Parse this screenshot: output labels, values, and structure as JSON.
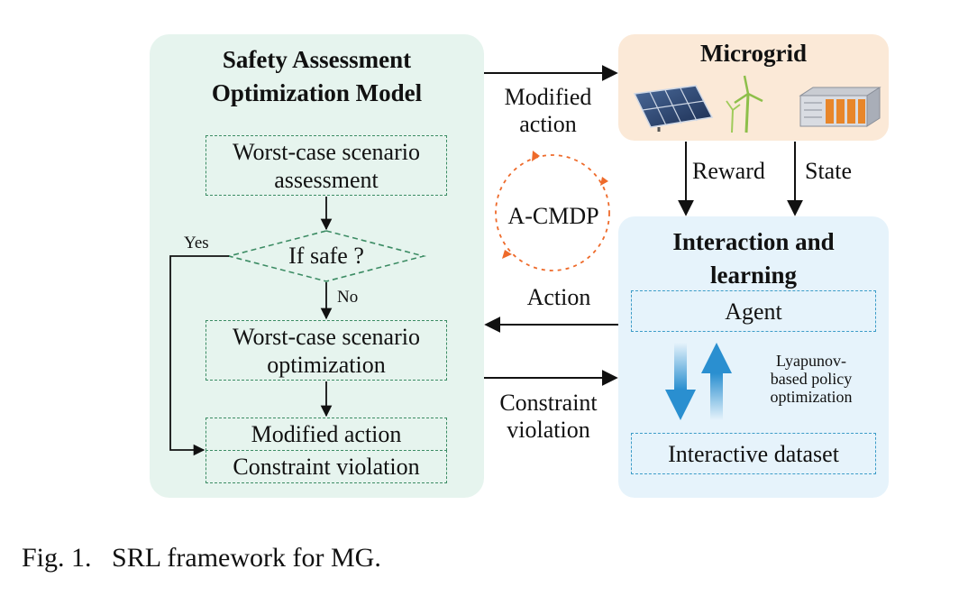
{
  "left_panel": {
    "title_line1": "Safety Assessment",
    "title_line2": "Optimization Model",
    "box_assessment_line1": "Worst-case scenario",
    "box_assessment_line2": "assessment",
    "decision": "If safe ?",
    "yes_label": "Yes",
    "no_label": "No",
    "box_optimization_line1": "Worst-case scenario",
    "box_optimization_line2": "optimization",
    "box_modified_action": "Modified action",
    "box_constraint_violation": "Constraint violation"
  },
  "microgrid": {
    "title": "Microgrid",
    "icons": [
      "solar-panel-icon",
      "wind-turbine-icon",
      "battery-storage-icon"
    ]
  },
  "interaction_panel": {
    "title_line1": "Interaction and",
    "title_line2": "learning",
    "agent": "Agent",
    "lyapunov_line1": "Lyapunov-",
    "lyapunov_line2": "based policy",
    "lyapunov_line3": "optimization",
    "dataset": "Interactive dataset"
  },
  "arrows": {
    "modified_line1": "Modified",
    "modified_line2": "action",
    "reward": "Reward",
    "state": "State",
    "action": "Action",
    "constraint_line1": "Constraint",
    "constraint_line2": "violation"
  },
  "cycle_label": "A-CMDP",
  "caption": "Fig. 1.   SRL framework for MG.",
  "colors": {
    "left_panel_bg": "#e6f4ee",
    "microgrid_bg": "#fbe9d7",
    "interaction_bg": "#e6f3fb",
    "green_dash": "#3c8c64",
    "blue_dash": "#3c9cc8",
    "cycle_orange": "#ee6a2a",
    "arrow_blue": "#2a8fd0"
  }
}
